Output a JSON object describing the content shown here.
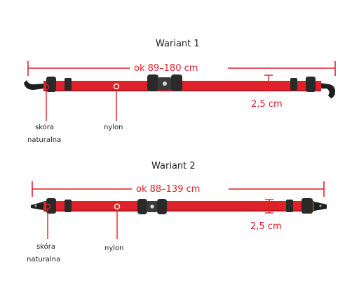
{
  "colors": {
    "accent_red": "#e0202a",
    "strap_red": "#e21f2a",
    "strap_red_dark": "#b8141d",
    "leather_black": "#1e1e1e",
    "buckle_black": "#2a2a2a",
    "text": "#222222"
  },
  "variants": [
    {
      "title": "Wariant 1",
      "length_label": "ok 89–180 cm",
      "width_label": "2,5 cm",
      "labels": {
        "leather": [
          "skóra",
          "naturalna"
        ],
        "nylon": "nylon"
      }
    },
    {
      "title": "Wariant 2",
      "length_label": "ok 88–139 cm",
      "width_label": "2,5 cm",
      "labels": {
        "leather": [
          "skóra",
          "naturalna"
        ],
        "nylon": "nylon"
      }
    }
  ]
}
